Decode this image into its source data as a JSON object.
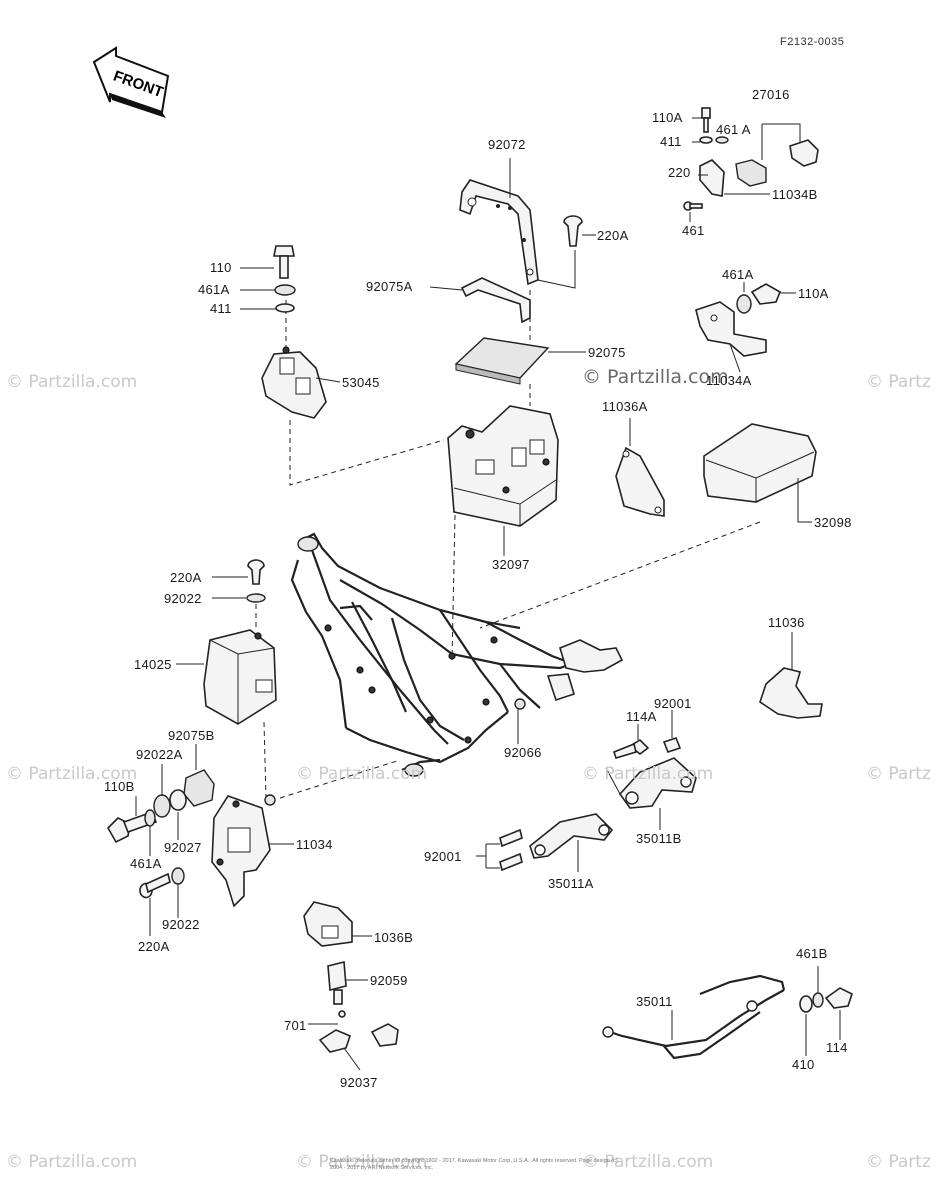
{
  "diagram": {
    "code": "F2132-0035",
    "front_label": "FRONT",
    "copyright": "Kawasaki materials within all copyright 1902 - 2017, Kawasaki Motor Corp, U.S.A.. All rights reserved. Page design (c) 2004 - 2017 by ARI Network Services, Inc.",
    "watermark": "© Partzilla.com",
    "watermark_short": "© Partz",
    "labels": {
      "p92072": "92072",
      "p220A_top": "220A",
      "p110": "110",
      "p461A_left": "461A",
      "p411_left": "411",
      "p92075A": "92075A",
      "p92075": "92075",
      "p53045": "53045",
      "p110A_top": "110A",
      "p411_top": "411",
      "p461A_top": "461 A",
      "p27016": "27016",
      "p220_top": "220",
      "p11034B": "11034B",
      "p461_top": "461",
      "p461A_mid": "461A",
      "p110A_mid": "110A",
      "p11034A": "11034A",
      "p11036A": "11036A",
      "p32098": "32098",
      "p32097": "32097",
      "p220A_left": "220A",
      "p92022_left": "92022",
      "p14025": "14025",
      "p11036": "11036",
      "p92075B": "92075B",
      "p92022A": "92022A",
      "p110B": "110B",
      "p92001_top": "92001",
      "p114A": "114A",
      "p92066": "92066",
      "p92027": "92027",
      "p11034": "11034",
      "p461A_low": "461A",
      "p35011B": "35011B",
      "p92001_low": "92001",
      "p35011A": "35011A",
      "p220A_low": "220A",
      "p92022_low": "92022",
      "p11036B": "1036B",
      "p92059": "92059",
      "p461B": "461B",
      "p35011": "35011",
      "p701": "701",
      "p114": "114",
      "p410": "410",
      "p92037": "92037"
    }
  }
}
